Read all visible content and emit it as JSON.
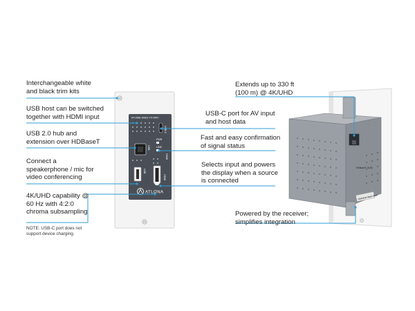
{
  "colors": {
    "callout_line": "#2e9fd8",
    "faceplate": "#f4f4f4",
    "module": "#4a4f57",
    "housing": "#8a8f96"
  },
  "product": {
    "brand": "ATLONA",
    "header": "AT-OME-SW21-TX-WPC",
    "port_labels": {
      "usbc": "USB-C",
      "pwr": "PWR",
      "link": "LINK",
      "hdmi": "HDMI",
      "usb_a": "USB",
      "usb_b": "USB",
      "hdbaset": "HDBaseT OUT",
      "side_label": "Optional label here"
    }
  },
  "callouts": {
    "left": [
      {
        "text": "Interchangeable white\nand black trim kits"
      },
      {
        "text": "USB host can be switched\ntogether with HDMI input"
      },
      {
        "text": "USB 2.0 hub and\nextension over HDBaseT"
      },
      {
        "text": "Connect a\nspeakerphone / mic for\nvideo conferencing"
      },
      {
        "text": "4K/UHD capability @\n60 Hz with 4:2:0\nchroma subsampling"
      }
    ],
    "right": [
      {
        "text": "Extends up to 330 ft\n(100 m) @ 4K/UHD"
      },
      {
        "text": "USB-C port for AV input\nand host data"
      },
      {
        "text": "Fast and easy confirmation\nof signal status"
      },
      {
        "text": "Selects input and powers\nthe display when a source\nis connected"
      },
      {
        "text": "Powered by the receiver;\nsimplifies integration"
      }
    ],
    "note": "NOTE: USB-C port does not\nsupport device charging."
  }
}
